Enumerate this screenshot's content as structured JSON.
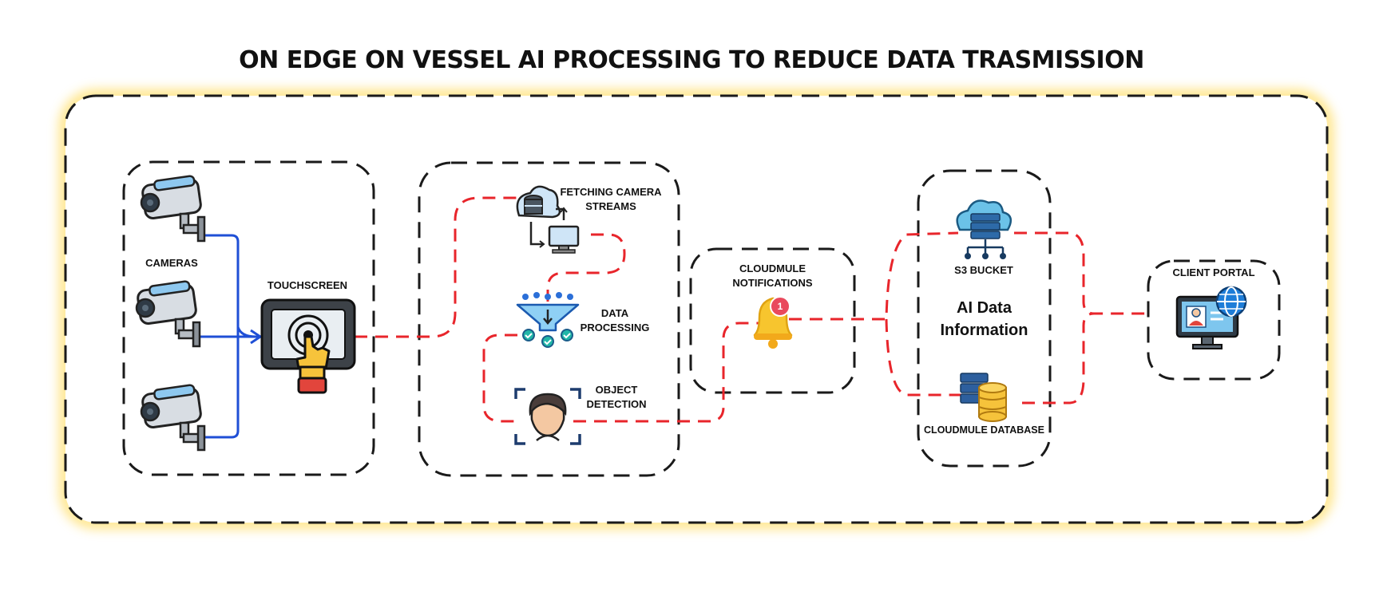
{
  "title": "ON EDGE ON VESSEL AI PROCESSING TO REDUCE DATA TRASMISSION",
  "colors": {
    "frame_glow": "#ffe27a",
    "dash_black": "#1a1a1a",
    "flow_red": "#e8252b",
    "wire_blue": "#1f4fd6"
  },
  "labels": {
    "cameras": "CAMERAS",
    "touchscreen": "TOUCHSCREEN",
    "fetching": "FETCHING CAMERA\nSTREAMS",
    "data_processing": "DATA\nPROCESSING",
    "object_detection": "OBJECT\nDETECTION",
    "notifications": "CLOUDMULE\nNOTIFICATIONS",
    "notification_count": "1",
    "s3_bucket": "S3 BUCKET",
    "ai_data": "AI Data\nInformation",
    "database": "CLOUDMULE DATABASE",
    "client_portal": "CLIENT PORTAL"
  },
  "icons": [
    "camera-icon",
    "touchscreen-icon",
    "cloud-sync-icon",
    "filter-icon",
    "face-scan-icon",
    "bell-icon",
    "cloud-server-icon",
    "database-icon",
    "web-portal-icon"
  ]
}
